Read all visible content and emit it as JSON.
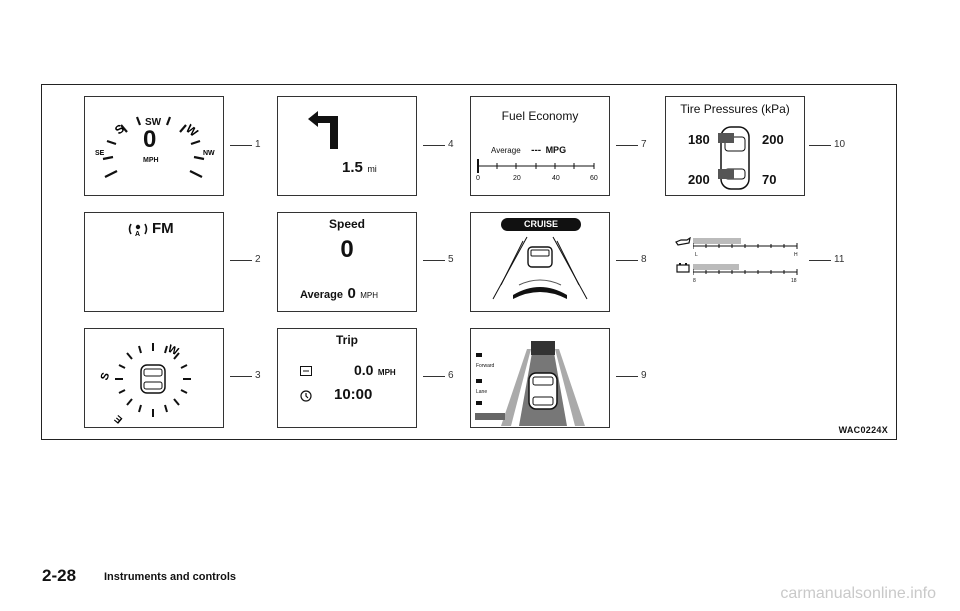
{
  "figure": {
    "code": "WAC0224X",
    "panels": [
      {
        "num": "1",
        "speed": "0",
        "unit": "MPH",
        "heading": "SW"
      },
      {
        "num": "2",
        "source": "FM"
      },
      {
        "num": "3"
      },
      {
        "num": "4",
        "distance": "1.5",
        "unit": "mi"
      },
      {
        "num": "5",
        "title": "Speed",
        "value": "0",
        "avg_label": "Average",
        "avg_value": "0",
        "unit": "MPH"
      },
      {
        "num": "6",
        "title": "Trip",
        "distance": "0.0",
        "unit": "MPH",
        "time": "10:00"
      },
      {
        "num": "7",
        "title": "Fuel Economy",
        "avg_label": "Average",
        "value": "---",
        "unit": "MPG",
        "ticks": [
          "0",
          "20",
          "40",
          "60"
        ]
      },
      {
        "num": "8",
        "badge": "CRUISE"
      },
      {
        "num": "9",
        "labels": [
          "Forward",
          "Lane"
        ]
      },
      {
        "num": "10",
        "title": "Tire Pressures (kPa)",
        "fl": "180",
        "fr": "200",
        "rl": "200",
        "rr": "70"
      },
      {
        "num": "11",
        "oil_low": "L",
        "oil_high": "H",
        "batt_low": "8",
        "batt_high": "18"
      }
    ]
  },
  "footer": {
    "page": "2-28",
    "title": "Instruments and controls"
  },
  "watermark": "carmanualsonline.info"
}
